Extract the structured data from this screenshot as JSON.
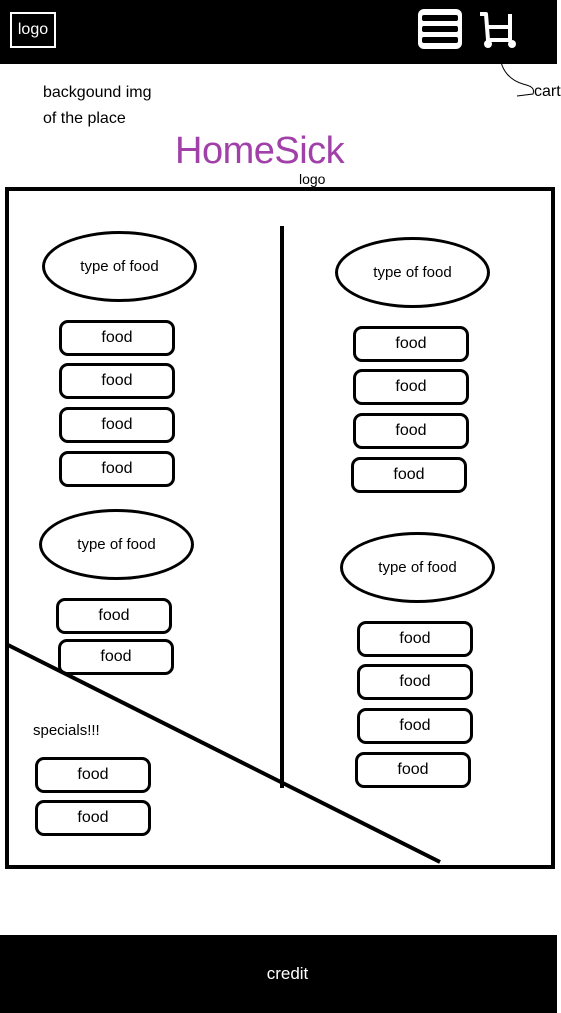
{
  "header": {
    "logo_label": "logo",
    "menu_icon": "hamburger-menu-icon",
    "cart_icon": "cart-icon"
  },
  "annotations": {
    "cart_label": "cart",
    "background_note_line1": "backgound img",
    "background_note_line2": "of the place"
  },
  "brand": {
    "title": "HomeSick",
    "subtitle": "logo",
    "title_color": "#a040a8"
  },
  "menu": {
    "left_column": {
      "section1": {
        "heading": "type of food",
        "items": [
          "food",
          "food",
          "food",
          "food"
        ]
      },
      "section2": {
        "heading": "type of food",
        "items": [
          "food",
          "food"
        ]
      }
    },
    "right_column": {
      "section1": {
        "heading": "type of food",
        "items": [
          "food",
          "food",
          "food",
          "food"
        ]
      },
      "section2": {
        "heading": "type of food",
        "items": [
          "food",
          "food",
          "food",
          "food"
        ]
      }
    },
    "specials": {
      "heading": "specials!!!",
      "items": [
        "food",
        "food"
      ]
    }
  },
  "footer": {
    "credit": "credit"
  }
}
